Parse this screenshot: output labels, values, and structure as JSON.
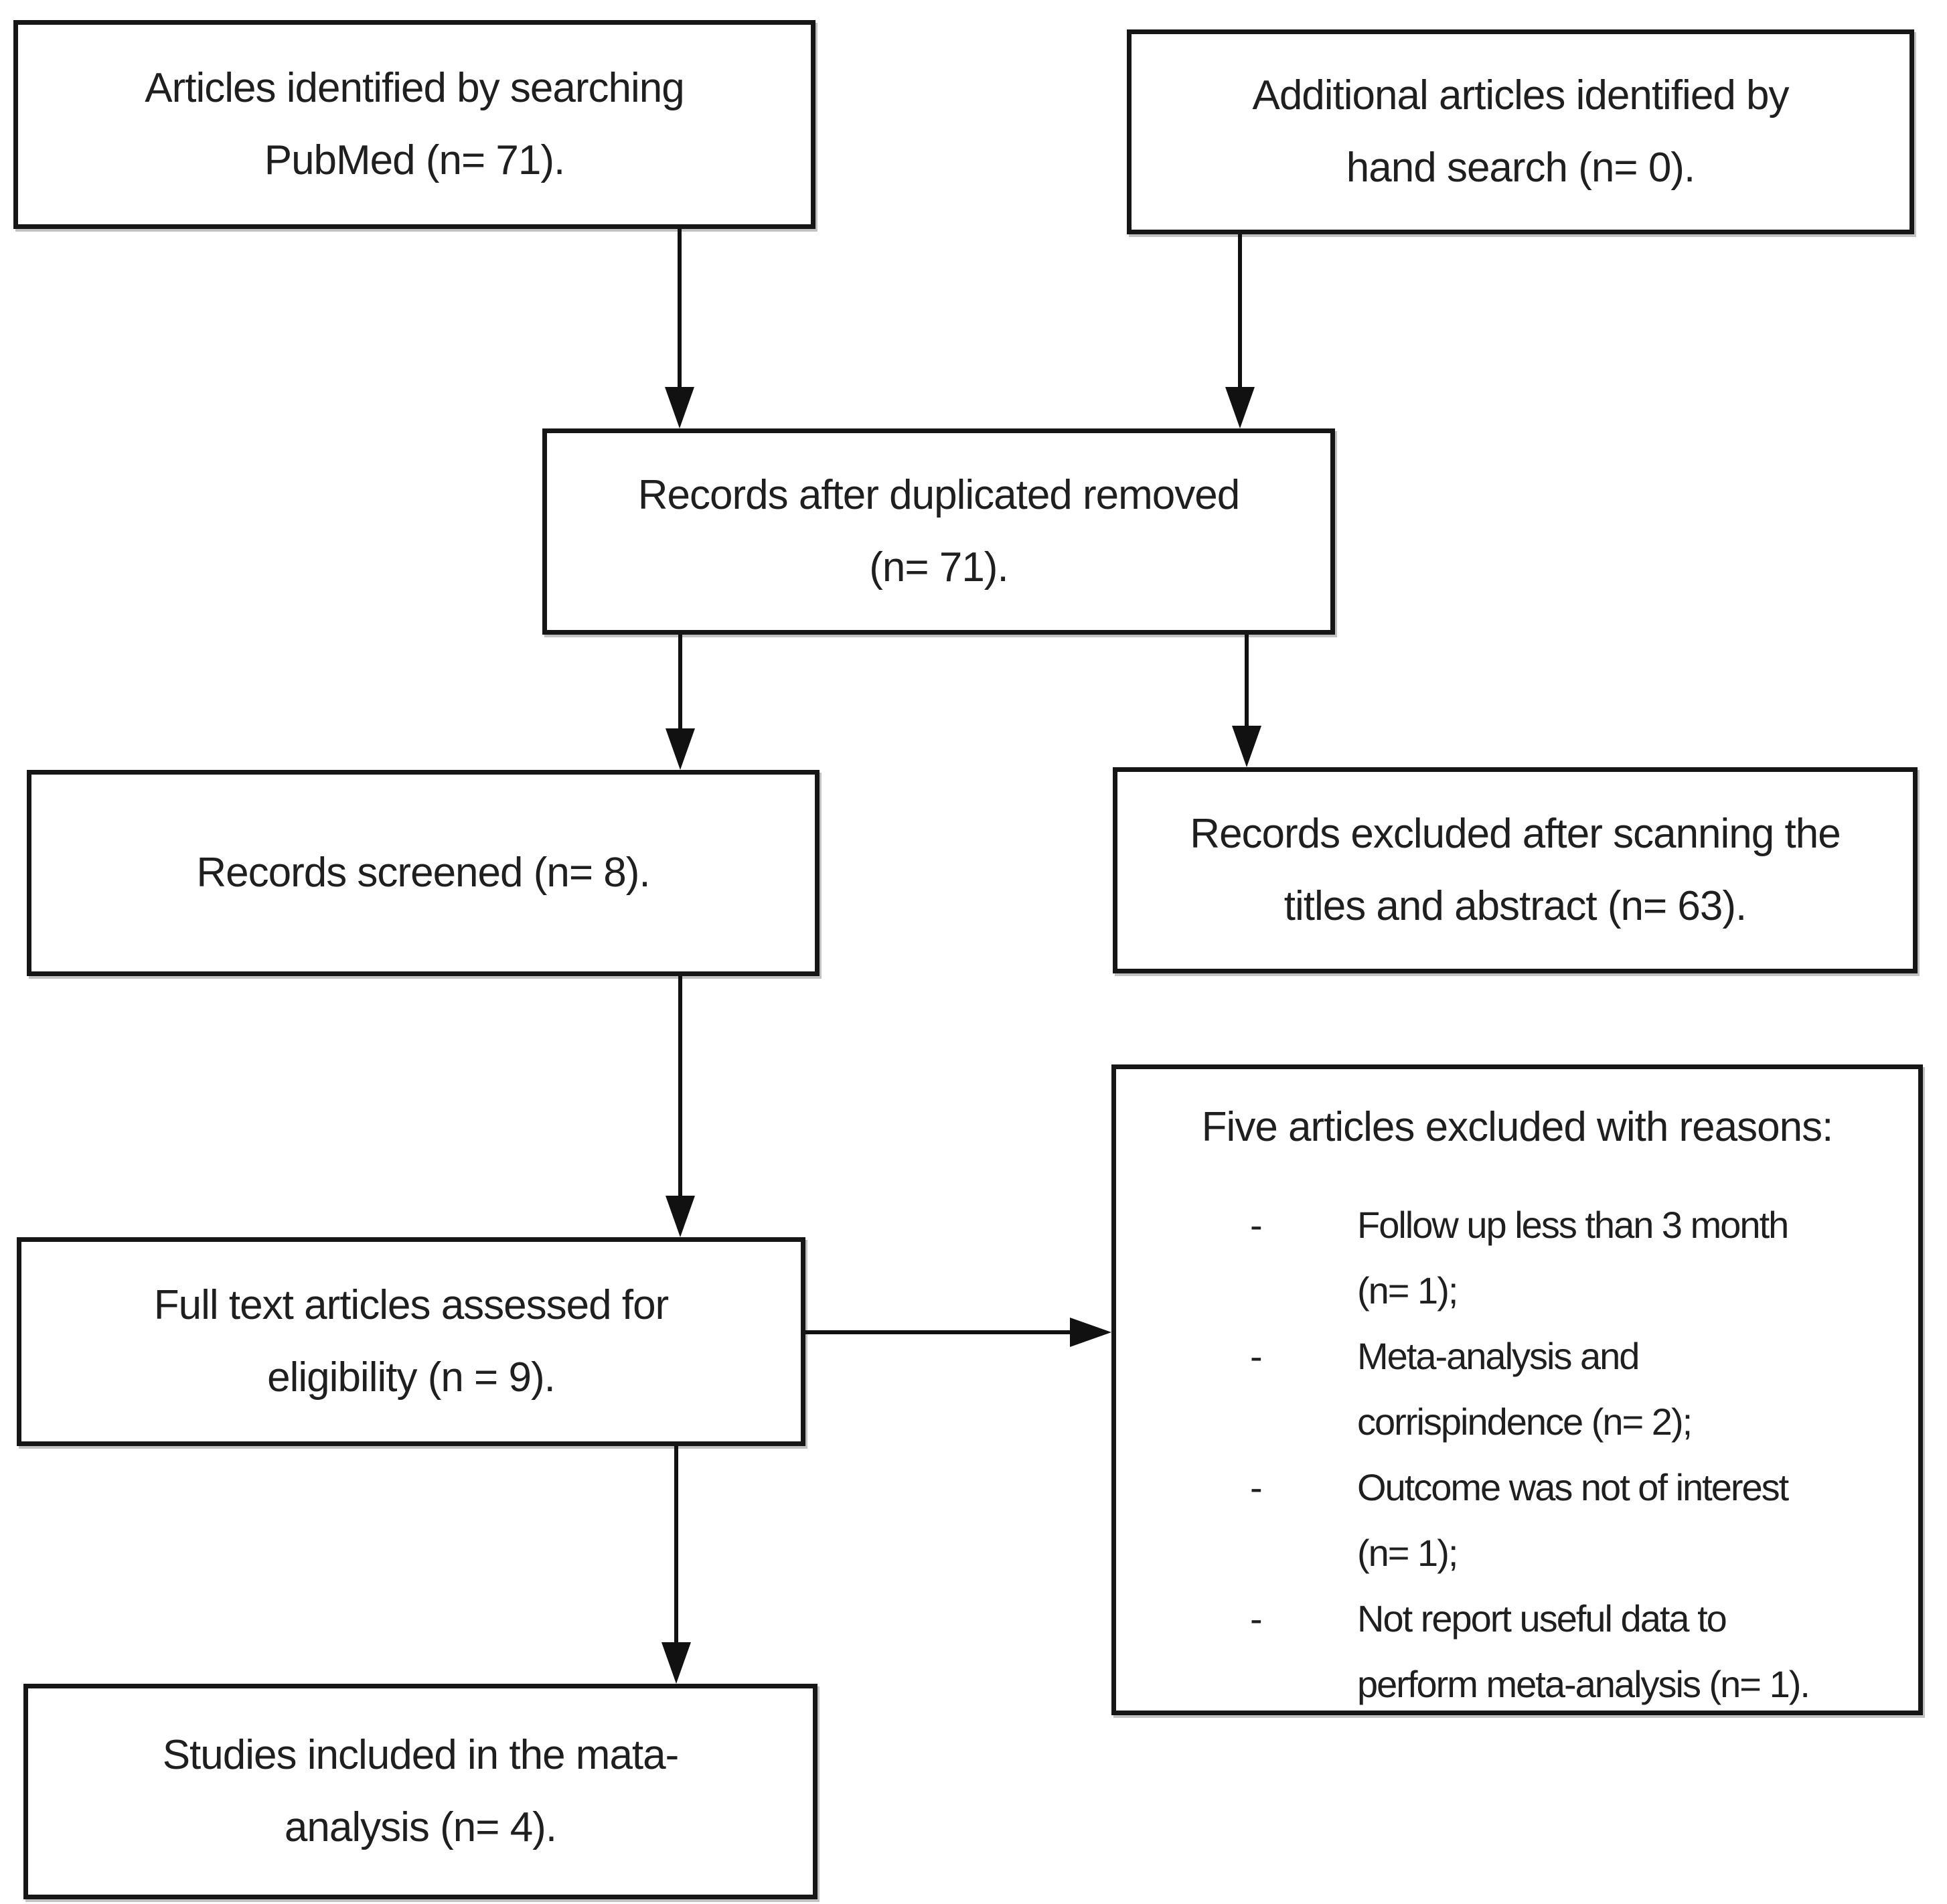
{
  "diagram": {
    "boxes": {
      "pubmed": {
        "text": "Articles identified by searching\nPubMed (n= 71)."
      },
      "hand_search": {
        "text": "Additional articles identified by\nhand search (n= 0)."
      },
      "duplicates_removed": {
        "text": "Records after duplicated removed\n(n= 71)."
      },
      "records_screened": {
        "text": "Records screened (n= 8)."
      },
      "excluded_titles": {
        "text": "Records excluded after scanning the\ntitles and abstract (n= 63)."
      },
      "full_text": {
        "text": "Full text articles assessed for\neligibility (n = 9)."
      },
      "included": {
        "text": "Studies included in the mata-\nanalysis (n= 4)."
      },
      "exclusion_reasons": {
        "heading": "Five articles excluded with reasons:",
        "bullet": "-",
        "items": [
          "Follow up less than 3 month\n(n= 1);",
          "Meta-analysis and\ncorrispindence (n= 2);",
          "Outcome was not of interest\n(n= 1);",
          "Not report useful data to\nperform meta-analysis (n= 1)."
        ]
      }
    },
    "colors": {
      "border": "#161616",
      "text": "#1f1f1f",
      "arrow": "#111111",
      "background": "#ffffff"
    }
  }
}
